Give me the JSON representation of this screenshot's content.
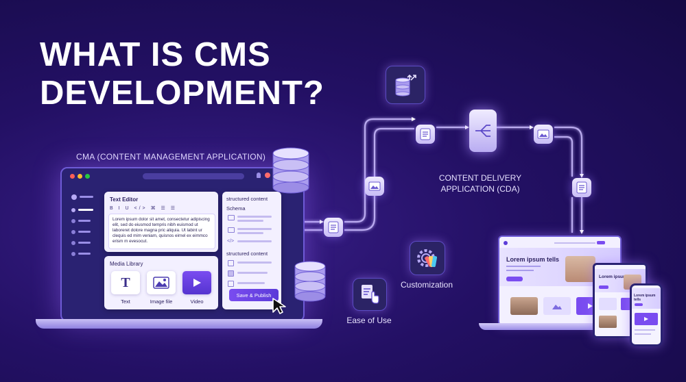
{
  "headline": {
    "line1": "WHAT IS CMS",
    "line2": "DEVELOPMENT?"
  },
  "cma_label": "CMA (CONTENT MANAGEMENT APPLICATION)",
  "cda_label": {
    "line1": "CONTENT DELIVERY",
    "line2": "APPLICATION (CDA)"
  },
  "editor": {
    "title": "Text Editor",
    "toolbar": "B I U </> ⌘ ☰ ☰",
    "body": "Lorem ipsum dolor sit amet, consectetur adipiscing elit, sed do eiusmod tempris nibh euismod ut laboreret dolore magna pric aliquia. Ut labint ur clequis ed mim veniam, quisnos eirnel ex eimmco erism m evesocut."
  },
  "media": {
    "title": "Media Library",
    "items": [
      {
        "label": "Text",
        "icon": "text-icon"
      },
      {
        "label": "Image file",
        "icon": "image-icon"
      },
      {
        "label": "Video",
        "icon": "play-icon"
      }
    ]
  },
  "structured": {
    "title1": "structured content",
    "schema": "Schema",
    "title2": "structured content"
  },
  "publish_label": "Save & Publish",
  "features": [
    {
      "label": "Customization",
      "icon": "gear-palette-icon"
    },
    {
      "label": "Ease of Use",
      "icon": "touch-document-icon"
    }
  ],
  "devices": {
    "laptop_hero": "Lorem ipsum tells",
    "tablet_hero": "Lorem ipsum",
    "phone_hero": "Lorem ipsum tells"
  },
  "colors": {
    "background": "#231064",
    "accent": "#7a4cf0",
    "glow": "#a88cff"
  }
}
